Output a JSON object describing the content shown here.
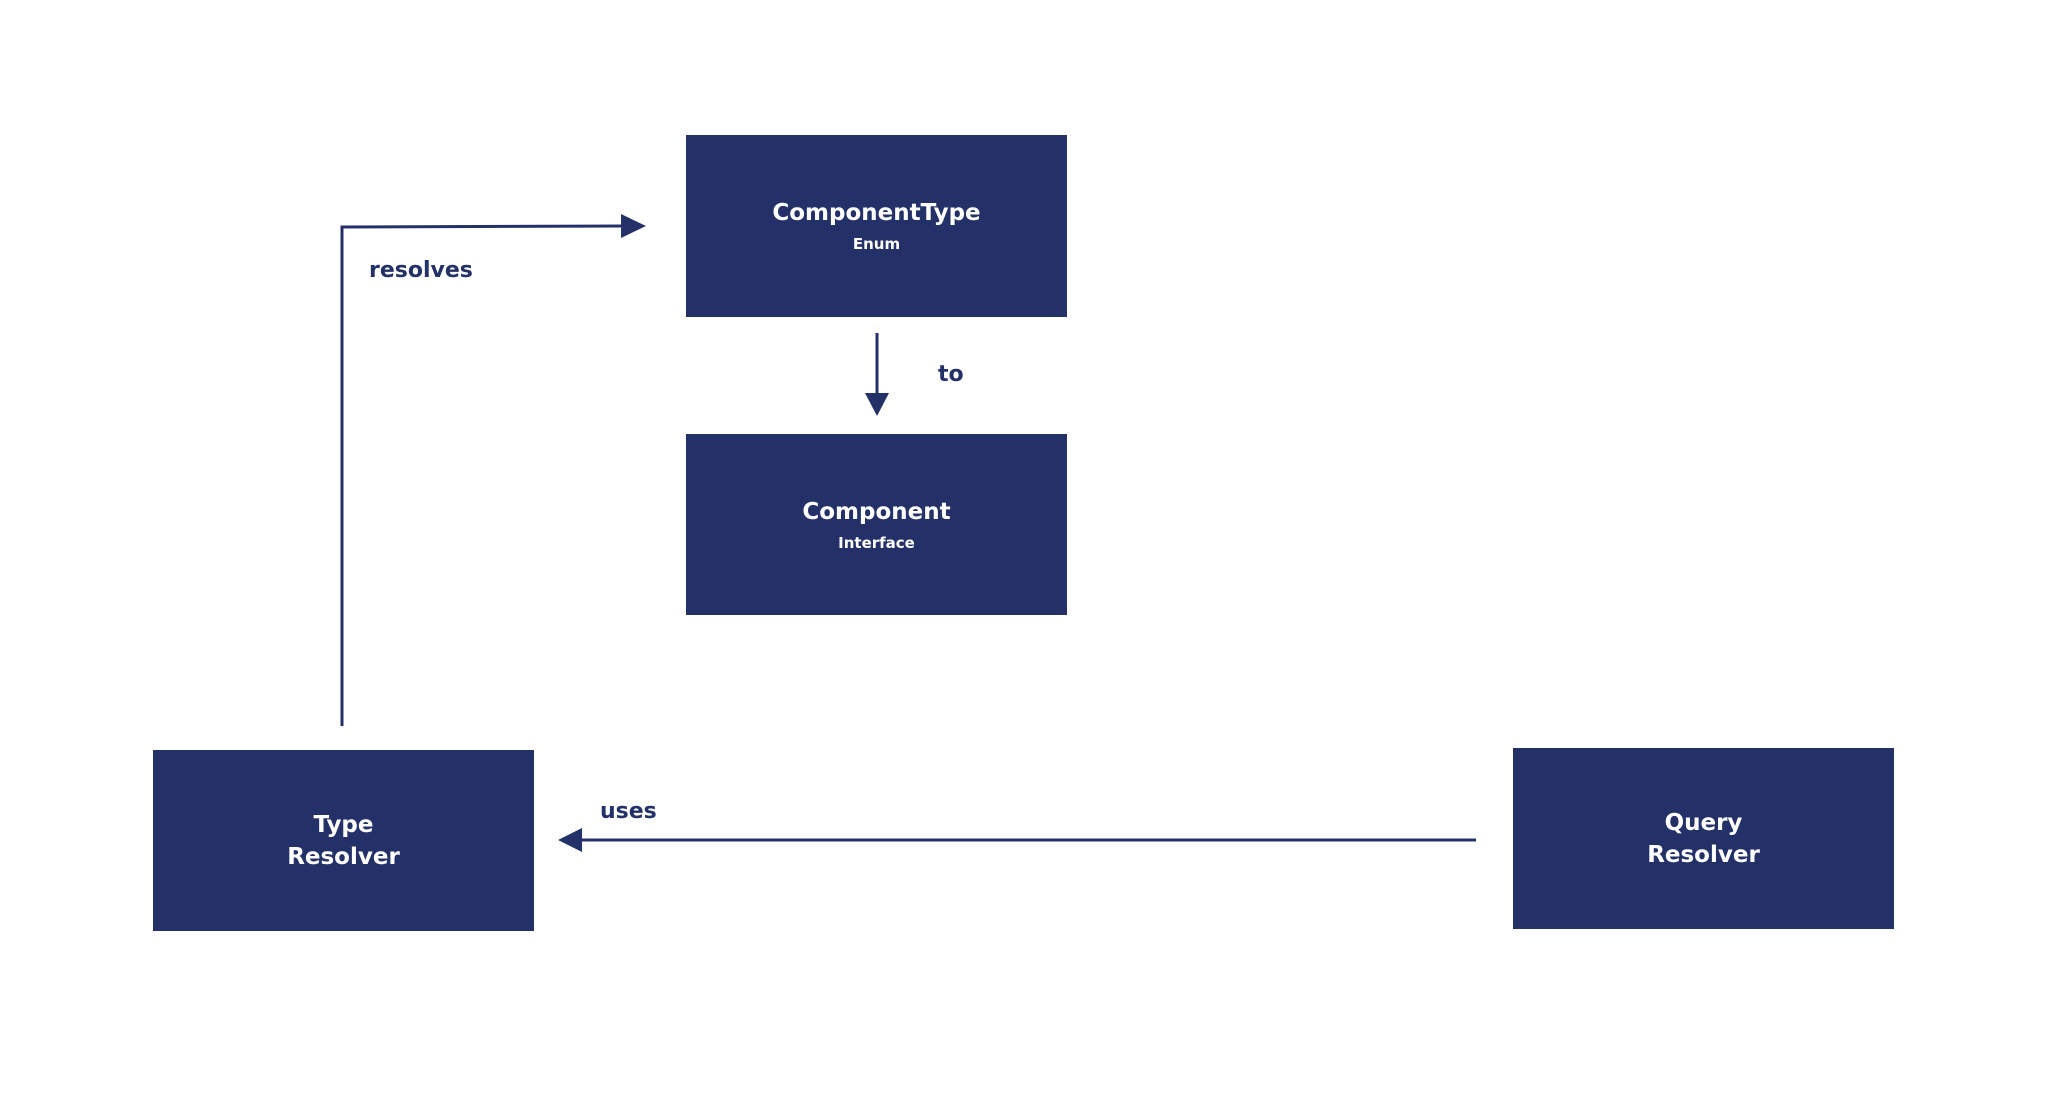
{
  "diagram": {
    "colors": {
      "node_fill": "#243168",
      "node_text": "#ffffff",
      "edge": "#243168",
      "background": "#ffffff"
    },
    "nodes": {
      "component_type": {
        "title": "ComponentType",
        "subtitle": "Enum"
      },
      "component": {
        "title": "Component",
        "subtitle": "Interface"
      },
      "type_resolver": {
        "title": "Type\nResolver"
      },
      "query_resolver": {
        "title": "Query\nResolver"
      }
    },
    "edges": {
      "resolves": {
        "label": "resolves",
        "from": "Type\nResolver",
        "to": "ComponentType"
      },
      "to": {
        "label": "to",
        "from": "ComponentType",
        "to": "Component"
      },
      "uses": {
        "label": "uses",
        "from": "Query\nResolver",
        "to": "Type\nResolver"
      }
    }
  }
}
